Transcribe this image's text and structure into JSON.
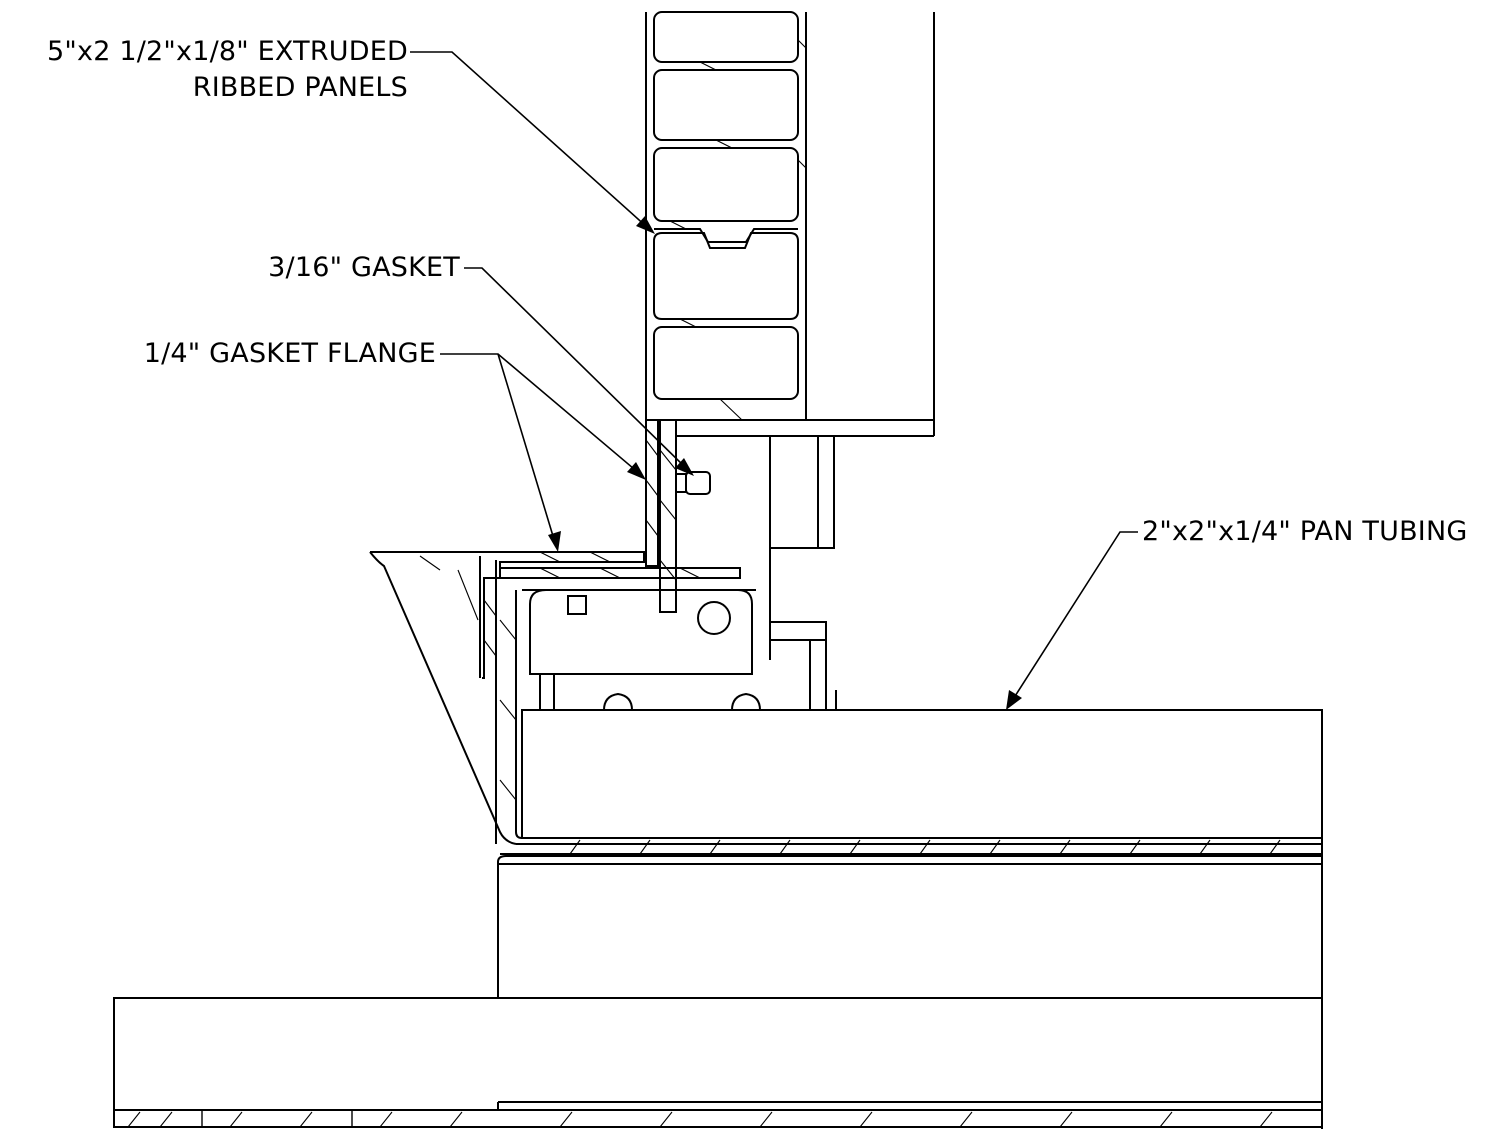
{
  "callouts": {
    "panels_line1": "5\"x2 1/2\"x1/8\" EXTRUDED",
    "panels_line2": "RIBBED PANELS",
    "gasket": "3/16\" GASKET",
    "gasket_flange": "1/4\" GASKET FLANGE",
    "pan_tubing": "2\"x2\"x1/4\" PAN TUBING"
  }
}
